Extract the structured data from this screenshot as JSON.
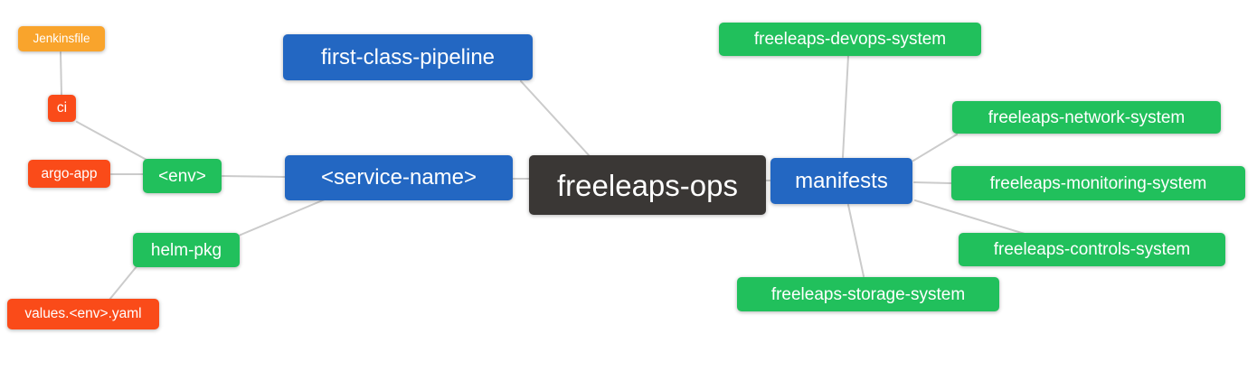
{
  "canvas": {
    "background": "#ffffff"
  },
  "palette": {
    "root_dark": "#3a3735",
    "level2_blue": "#2367c2",
    "level3_green": "#21c05c",
    "leaf_red": "#fa4b19",
    "leaf_amber": "#f9a42c",
    "edge_gray": "#cbcbcb",
    "node_text": "#ffffff"
  },
  "mindmap": {
    "root_label": "freeleaps-ops",
    "nodes": [
      {
        "label": "Jenkinsfile",
        "color": "#f9a42c",
        "parent": "ci"
      },
      {
        "label": "ci",
        "color": "#fa4b19",
        "parent": "<env>"
      },
      {
        "label": "argo-app",
        "color": "#fa4b19",
        "parent": "<env>"
      },
      {
        "label": "<env>",
        "color": "#21c05c",
        "parent": "<service-name>"
      },
      {
        "label": "helm-pkg",
        "color": "#21c05c",
        "parent": "<service-name>"
      },
      {
        "label": "values.<env>.yaml",
        "color": "#fa4b19",
        "parent": "helm-pkg"
      },
      {
        "label": "first-class-pipeline",
        "color": "#2367c2",
        "parent": "freeleaps-ops"
      },
      {
        "label": "<service-name>",
        "color": "#2367c2",
        "parent": "freeleaps-ops"
      },
      {
        "label": "freeleaps-ops",
        "color": "#3a3735",
        "parent": null
      },
      {
        "label": "manifests",
        "color": "#2367c2",
        "parent": "freeleaps-ops"
      },
      {
        "label": "freeleaps-devops-system",
        "color": "#21c05c",
        "parent": "manifests"
      },
      {
        "label": "freeleaps-network-system",
        "color": "#21c05c",
        "parent": "manifests"
      },
      {
        "label": "freeleaps-monitoring-system",
        "color": "#21c05c",
        "parent": "manifests"
      },
      {
        "label": "freeleaps-controls-system",
        "color": "#21c05c",
        "parent": "manifests"
      },
      {
        "label": "freeleaps-storage-system",
        "color": "#21c05c",
        "parent": "manifests"
      }
    ],
    "edges": [
      [
        "freeleaps-ops",
        "first-class-pipeline"
      ],
      [
        "freeleaps-ops",
        "<service-name>"
      ],
      [
        "freeleaps-ops",
        "manifests"
      ],
      [
        "<service-name>",
        "<env>"
      ],
      [
        "<service-name>",
        "helm-pkg"
      ],
      [
        "<env>",
        "ci"
      ],
      [
        "<env>",
        "argo-app"
      ],
      [
        "ci",
        "Jenkinsfile"
      ],
      [
        "helm-pkg",
        "values.<env>.yaml"
      ],
      [
        "manifests",
        "freeleaps-devops-system"
      ],
      [
        "manifests",
        "freeleaps-network-system"
      ],
      [
        "manifests",
        "freeleaps-monitoring-system"
      ],
      [
        "manifests",
        "freeleaps-controls-system"
      ],
      [
        "manifests",
        "freeleaps-storage-system"
      ]
    ]
  }
}
